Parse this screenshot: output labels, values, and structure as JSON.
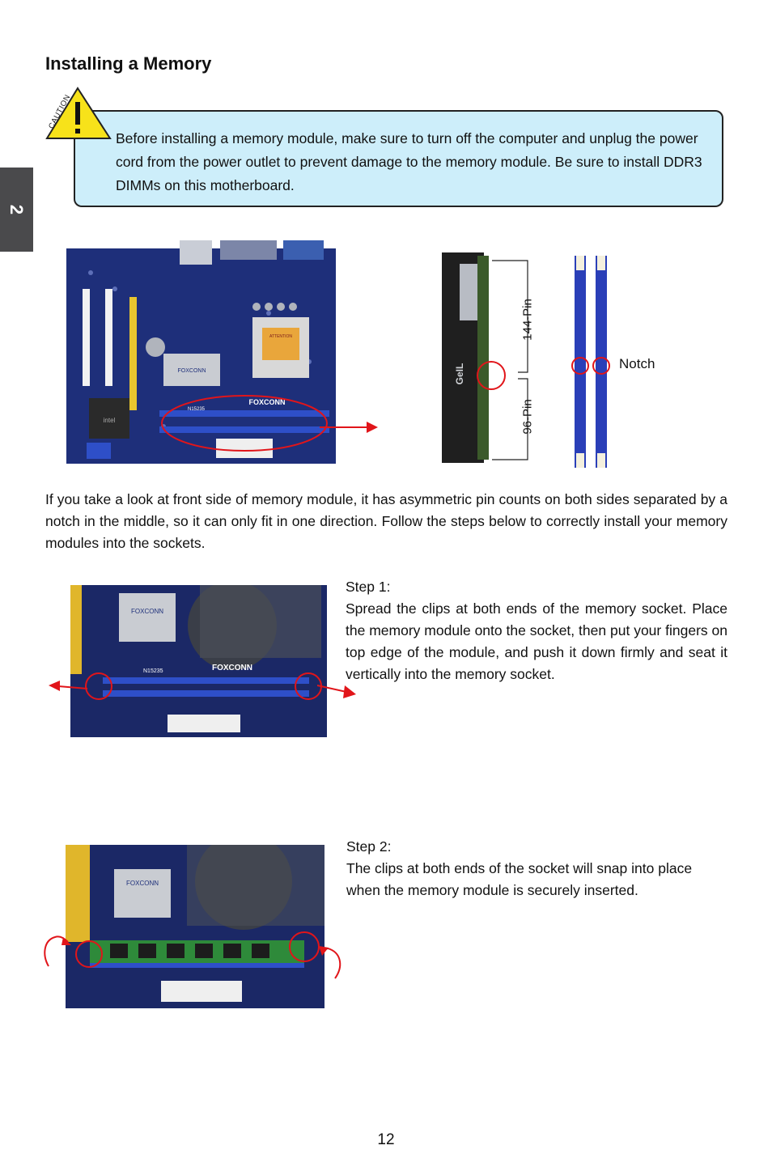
{
  "side_tab": {
    "chapter": "2"
  },
  "heading": "Installing a Memory",
  "caution": {
    "label": "CAUTION",
    "text": "Before installing a memory module, make sure to turn off the computer and unplug the power cord from the power outlet to prevent damage to the memory module. Be sure to install DDR3 DIMMs on this motherboard."
  },
  "figure_labels": {
    "pin_144": "144-Pin",
    "pin_96": "96-Pin",
    "notch": "Notch"
  },
  "photo_text": {
    "foxconn": "FOXCONN",
    "board_code": "N15235",
    "ram_brand": "GeIL",
    "chip_brand": "intel",
    "attention": "ATTENTION"
  },
  "description": "If you take a look at front side of memory module, it has asymmetric pin counts on both sides separated by a notch in the middle, so it can only fit in one direction. Follow the steps below to correctly install your memory modules into the sockets.",
  "steps": [
    {
      "title": "Step 1:",
      "text": "Spread the clips at both ends of the memory socket. Place the memory module onto the socket, then put your fingers on top edge of the module, and push it down firmly and seat it vertically into the memory socket."
    },
    {
      "title": "Step 2:",
      "text": "The clips at both ends of the socket will snap into place when the memory module is securely inserted."
    }
  ],
  "page_number": "12",
  "colors": {
    "caution_bg": "#cdeefa",
    "caution_icon": "#f7e21a",
    "board_blue": "#1e2f7a",
    "slot_blue": "#2e4fc8",
    "marker_red": "#e1151a",
    "side_tab": "#4a4a4c"
  }
}
